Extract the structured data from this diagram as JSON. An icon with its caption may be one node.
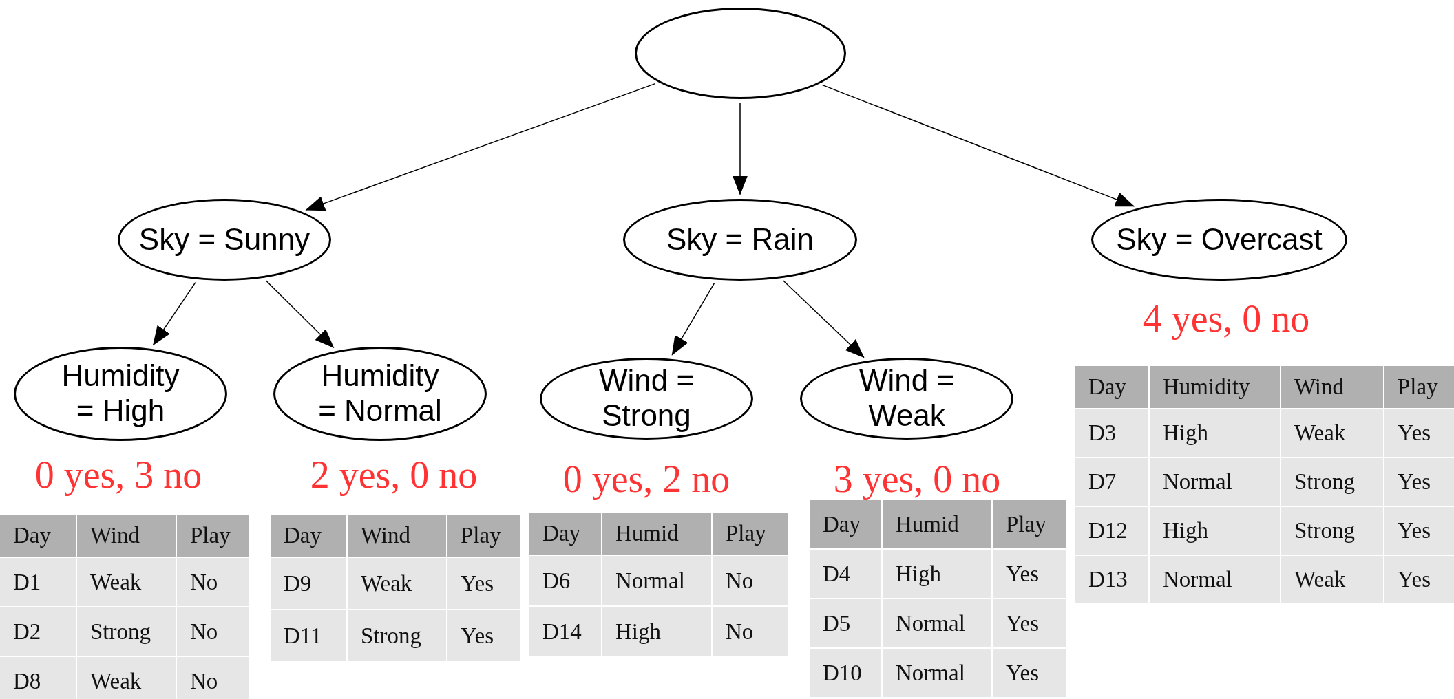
{
  "diagram": {
    "nodes": [
      {
        "text": [],
        "shape": "circle"
      },
      {
        "text": [
          "Sky = Sunny"
        ]
      },
      {
        "text": [
          "Sky = Rain"
        ]
      },
      {
        "text": [
          "Sky = Overcast"
        ],
        "beside": [
          "4 yes, 0 no"
        ]
      },
      {
        "text": [
          "Humidity = High"
        ],
        "beside": [
          "0 yes, 3 no"
        ]
      },
      {
        "text": [
          "Humidity = Normal"
        ],
        "beside": [
          "2 yes, 0 no"
        ]
      },
      {
        "text": [
          "Wind = Strong"
        ],
        "beside": [
          "0 yes, 2 no"
        ]
      },
      {
        "text": [
          "Wind = Weak"
        ],
        "beside": [
          "3 yes, 0 no"
        ]
      }
    ],
    "edges": [
      {
        "from": 0,
        "to": 1,
        "arrow": "to"
      },
      {
        "from": 0,
        "to": 2,
        "arrow": "to"
      },
      {
        "from": 0,
        "to": 3,
        "arrow": "to"
      },
      {
        "from": 1,
        "to": 4,
        "arrow": "to"
      },
      {
        "from": 1,
        "to": 5,
        "arrow": "to"
      },
      {
        "from": 2,
        "to": 6,
        "arrow": "to"
      },
      {
        "from": 2,
        "to": 7,
        "arrow": "to"
      }
    ],
    "labels": [
      "Day",
      "Wind",
      "Play",
      "D1",
      "Weak",
      "No",
      "D2",
      "Strong",
      "No",
      "D8",
      "Weak",
      "No",
      "Day",
      "Wind",
      "Play",
      "D9",
      "Weak",
      "Yes",
      "D11",
      "Strong",
      "Yes",
      "Day",
      "Humid",
      "Play",
      "D6",
      "Normal",
      "No",
      "D14",
      "High",
      "No",
      "Day",
      "Humid",
      "Play",
      "D4",
      "High",
      "Yes",
      "D5",
      "Normal",
      "Yes",
      "D10",
      "Normal",
      "Yes",
      "Day",
      "Humidity",
      "Wind",
      "Play",
      "D3",
      "High",
      "Weak",
      "Yes",
      "D7",
      "Normal",
      "Strong",
      "Yes",
      "D12",
      "High",
      "Strong",
      "Yes",
      "D13",
      "Normal",
      "Weak",
      "Yes"
    ]
  }
}
